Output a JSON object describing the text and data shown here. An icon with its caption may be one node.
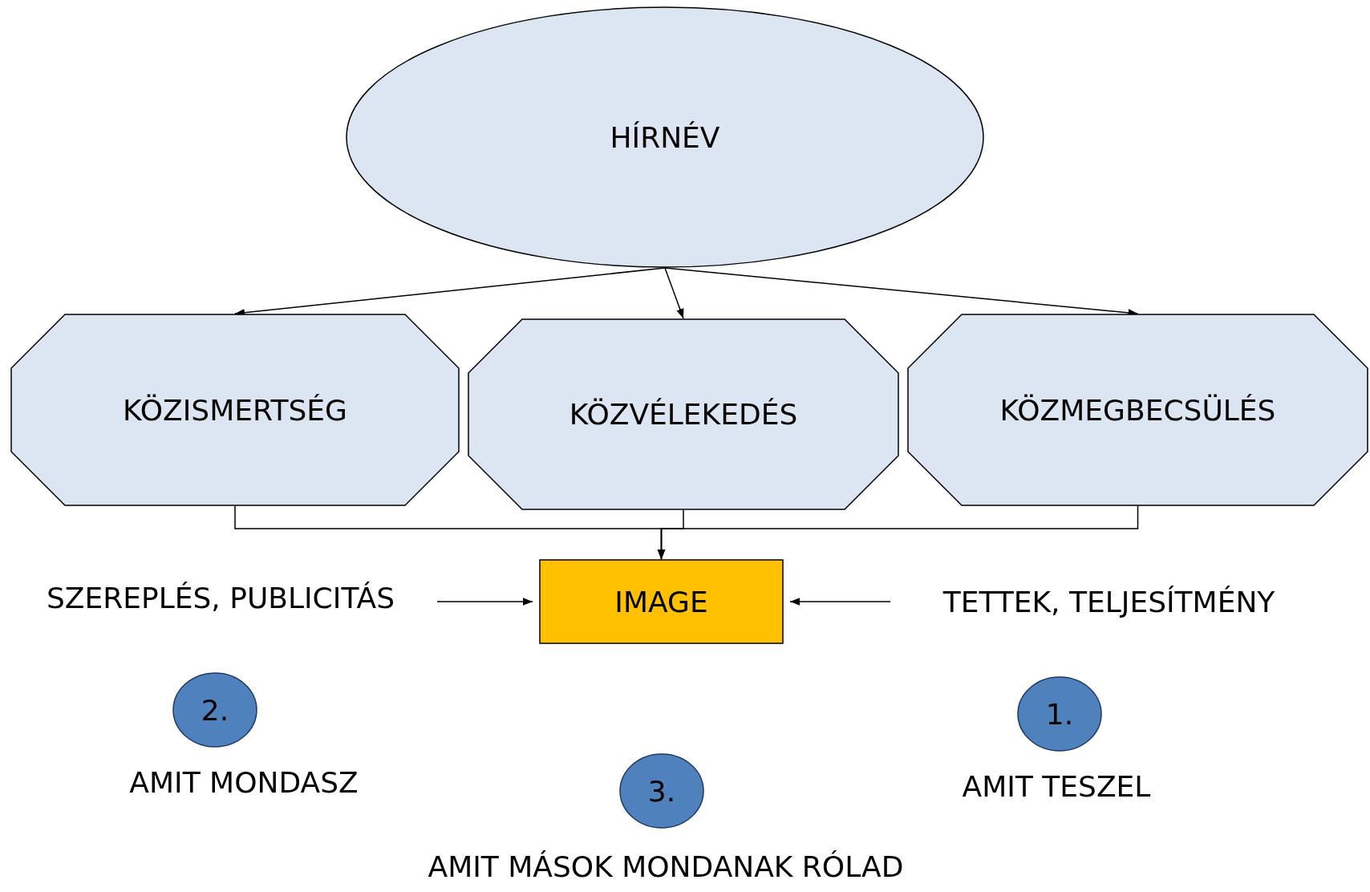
{
  "diagram": {
    "nodes": [
      {
        "text": [
          "HÍRNÉV"
        ]
      },
      {
        "text": [
          "KÖZISMERTSÉG"
        ]
      },
      {
        "text": [
          "KÖZVÉLEKEDÉS"
        ]
      },
      {
        "text": [
          "KÖZMEGBECSÜLÉS"
        ]
      },
      {
        "text": [
          "IMAGE"
        ]
      },
      {
        "text": [
          "SZEREPLÉS, PUBLICITÁS"
        ]
      },
      {
        "text": [
          "TETTEK, TELJESÍTMÉNY"
        ]
      },
      {
        "text": [
          "2."
        ],
        "beside": [
          "AMIT MONDASZ"
        ]
      },
      {
        "text": [
          "1."
        ],
        "beside": [
          "AMIT TESZEL"
        ]
      },
      {
        "text": [
          "3."
        ],
        "beside": [
          "AMIT MÁSOK MONDANAK RÓLAD"
        ]
      }
    ],
    "edges": [
      {
        "from": 0,
        "to": 1,
        "arrow": "to"
      },
      {
        "from": 0,
        "to": 2,
        "arrow": "to"
      },
      {
        "from": 0,
        "to": 3,
        "arrow": "to"
      },
      {
        "from": 1,
        "to": 4,
        "arrow": "to"
      },
      {
        "from": 2,
        "to": 4,
        "arrow": "to"
      },
      {
        "from": 3,
        "to": 4,
        "arrow": "to"
      },
      {
        "from": 5,
        "to": 4,
        "arrow": "to"
      },
      {
        "from": 6,
        "to": 4,
        "arrow": "to"
      }
    ]
  }
}
